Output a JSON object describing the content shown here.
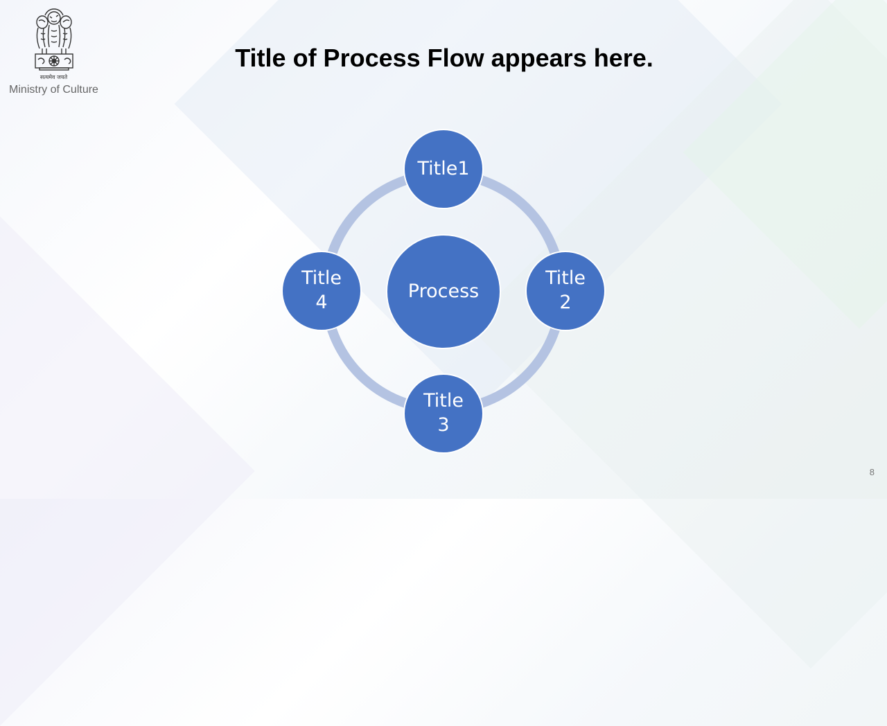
{
  "header": {
    "motto": "सत्यमेव जयते",
    "ministry": "Ministry of Culture"
  },
  "slide": {
    "title": "Title of Process Flow appears here.",
    "page_number": "8"
  },
  "diagram": {
    "center": "Process",
    "nodes": [
      {
        "label": "Title1"
      },
      {
        "label": "Title\n2"
      },
      {
        "label": "Title\n3"
      },
      {
        "label": "Title\n4"
      }
    ]
  },
  "colors": {
    "node_fill": "#4472c4",
    "ring": "#b4c3e2",
    "text": "#ffffff"
  }
}
